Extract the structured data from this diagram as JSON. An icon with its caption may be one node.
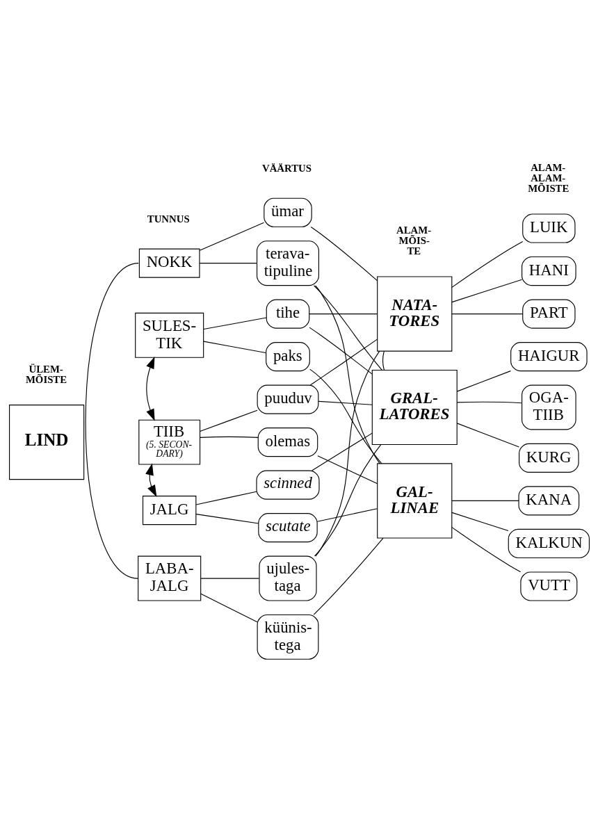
{
  "diagram": {
    "nodes": [
      {
        "text": [
          "LIND"
        ]
      },
      {
        "text": [
          "NOKK"
        ]
      },
      {
        "text": [
          "SULES- TIK"
        ]
      },
      {
        "text": [
          "TIIB",
          "(5. SECON- DARY)"
        ]
      },
      {
        "text": [
          "JALG"
        ]
      },
      {
        "text": [
          "LABA- JALG"
        ]
      },
      {
        "text": [
          "ümar"
        ]
      },
      {
        "text": [
          "terava- tipuline"
        ]
      },
      {
        "text": [
          "tihe"
        ]
      },
      {
        "text": [
          "paks"
        ]
      },
      {
        "text": [
          "puuduv"
        ]
      },
      {
        "text": [
          "olemas"
        ]
      },
      {
        "text": [
          "scinned"
        ]
      },
      {
        "text": [
          "scutate"
        ]
      },
      {
        "text": [
          "ujules- taga"
        ]
      },
      {
        "text": [
          "küünis- tega"
        ]
      },
      {
        "text": [
          "NATA- TORES"
        ]
      },
      {
        "text": [
          "GRAL- LATORES"
        ]
      },
      {
        "text": [
          "GAL- LINAE"
        ]
      },
      {
        "text": [
          "LUIK"
        ]
      },
      {
        "text": [
          "HANI"
        ]
      },
      {
        "text": [
          "PART"
        ]
      },
      {
        "text": [
          "HAIGUR"
        ]
      },
      {
        "text": [
          "OGA- TIIB"
        ]
      },
      {
        "text": [
          "KURG"
        ]
      },
      {
        "text": [
          "KANA"
        ]
      },
      {
        "text": [
          "KALKUN"
        ]
      },
      {
        "text": [
          "VUTT"
        ]
      }
    ],
    "edges": [
      {
        "from": 1,
        "to": 5,
        "arrow": "none"
      },
      {
        "from": 1,
        "to": 6,
        "arrow": "none"
      },
      {
        "from": 1,
        "to": 7,
        "arrow": "none"
      },
      {
        "from": 2,
        "to": 8,
        "arrow": "none"
      },
      {
        "from": 2,
        "to": 9,
        "arrow": "none"
      },
      {
        "from": 3,
        "to": 10,
        "arrow": "none"
      },
      {
        "from": 3,
        "to": 11,
        "arrow": "none"
      },
      {
        "from": 4,
        "to": 12,
        "arrow": "none"
      },
      {
        "from": 4,
        "to": 13,
        "arrow": "none"
      },
      {
        "from": 5,
        "to": 14,
        "arrow": "none"
      },
      {
        "from": 5,
        "to": 15,
        "arrow": "none"
      },
      {
        "from": 2,
        "to": 3,
        "arrow": "both"
      },
      {
        "from": 3,
        "to": 4,
        "arrow": "both"
      },
      {
        "from": 6,
        "to": 16,
        "arrow": "none"
      },
      {
        "from": 7,
        "to": 17,
        "arrow": "none"
      },
      {
        "from": 7,
        "to": 18,
        "arrow": "none"
      },
      {
        "from": 8,
        "to": 16,
        "arrow": "none"
      },
      {
        "from": 8,
        "to": 17,
        "arrow": "none"
      },
      {
        "from": 9,
        "to": 18,
        "arrow": "none"
      },
      {
        "from": 10,
        "to": 16,
        "arrow": "none"
      },
      {
        "from": 10,
        "to": 17,
        "arrow": "none"
      },
      {
        "from": 11,
        "to": 18,
        "arrow": "none"
      },
      {
        "from": 12,
        "to": 17,
        "arrow": "none"
      },
      {
        "from": 13,
        "to": 18,
        "arrow": "none"
      },
      {
        "from": 14,
        "to": 16,
        "arrow": "none"
      },
      {
        "from": 14,
        "to": 17,
        "arrow": "none"
      },
      {
        "from": 15,
        "to": 18,
        "arrow": "none"
      },
      {
        "from": 16,
        "to": 17,
        "arrow": "none"
      },
      {
        "from": 16,
        "to": 19,
        "arrow": "none"
      },
      {
        "from": 16,
        "to": 20,
        "arrow": "none"
      },
      {
        "from": 16,
        "to": 21,
        "arrow": "none"
      },
      {
        "from": 17,
        "to": 22,
        "arrow": "none"
      },
      {
        "from": 17,
        "to": 23,
        "arrow": "none"
      },
      {
        "from": 17,
        "to": 24,
        "arrow": "none"
      },
      {
        "from": 18,
        "to": 25,
        "arrow": "none"
      },
      {
        "from": 18,
        "to": 26,
        "arrow": "none"
      },
      {
        "from": 18,
        "to": 27,
        "arrow": "none"
      }
    ],
    "labels": [
      "ÜLEM- MÕISTE",
      "ALAM- MÕIS- TE",
      "ALAM- ALAM- MÕISTE",
      "TUNNUS",
      "VÄÄRTUS"
    ]
  }
}
